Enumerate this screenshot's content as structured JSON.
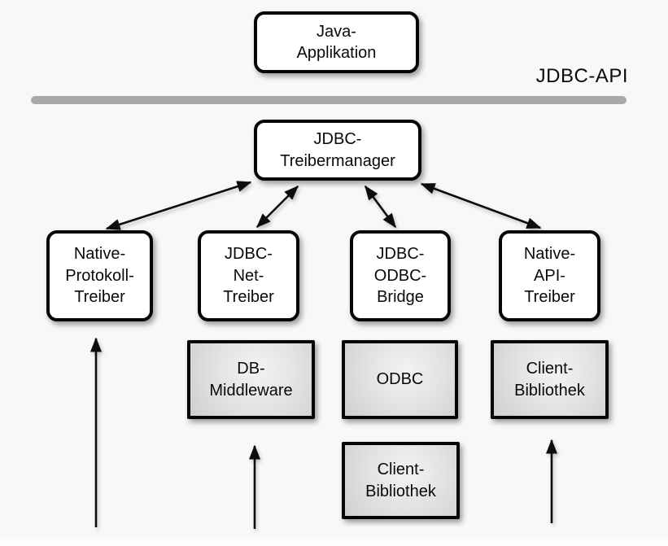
{
  "api_label": "JDBC-API",
  "colors": {
    "background": "#f8f8f8",
    "divider": "#a9a9a9",
    "box_border": "#050505",
    "arrow": "#0d0d0d",
    "gray_box_fill": "#dcdcdc",
    "white_box_fill": "#ffffff"
  },
  "nodes": {
    "java_app": {
      "label": "Java-\nApplikation"
    },
    "treibermanager": {
      "label": "JDBC-\nTreibermanager"
    },
    "native_protokoll": {
      "label": "Native-\nProtokoll-\nTreiber"
    },
    "jdbc_net": {
      "label": "JDBC-\nNet-\nTreiber"
    },
    "jdbc_odbc": {
      "label": "JDBC-\nODBC-\nBridge"
    },
    "native_api": {
      "label": "Native-\nAPI-\nTreiber"
    },
    "db_middleware": {
      "label": "DB-\nMiddleware"
    },
    "odbc": {
      "label": "ODBC"
    },
    "client_bibliothek_right": {
      "label": "Client-\nBibliothek"
    },
    "client_bibliothek_bottom": {
      "label": "Client-\nBibliothek"
    }
  }
}
